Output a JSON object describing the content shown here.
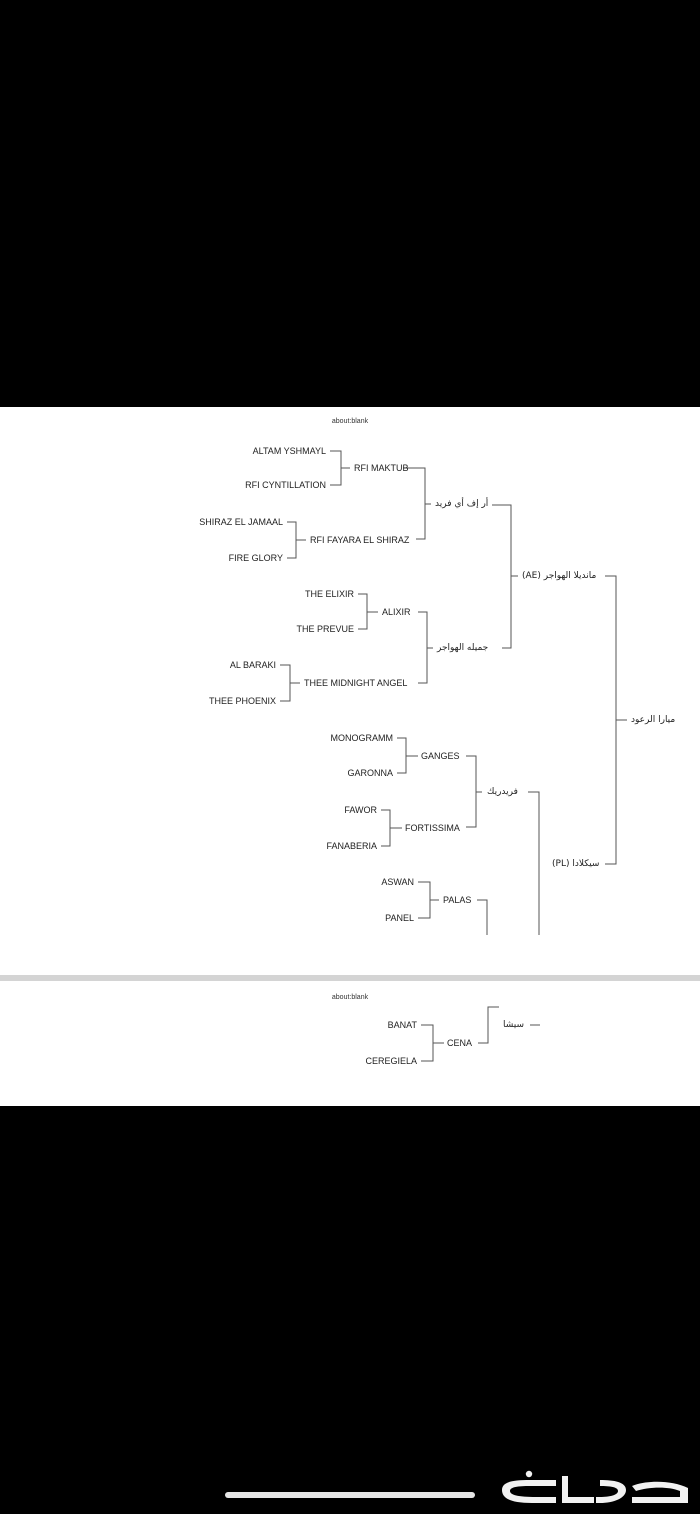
{
  "page1": {
    "header": "about:blank",
    "sire": "ميارا الرعود",
    "sire_line": {
      "sire": "مانديلا الهواجر (AE)",
      "dam": "سيكلادا (PL)"
    },
    "mandela": {
      "sire": "أر إف أي فريد",
      "dam": "جميله الهواجر"
    },
    "rfi_fareed": {
      "sire": "RFI MAKTUB",
      "dam": "RFI FAYARA EL SHIRAZ"
    },
    "rfi_maktub": {
      "sire": "ALTAM YSHMAYL",
      "dam": "RFI CYNTILLATION"
    },
    "rfi_fayara": {
      "sire": "SHIRAZ EL JAMAAL",
      "dam": "FIRE GLORY"
    },
    "jamila": {
      "sire": "ALIXIR",
      "dam": "THEE MIDNIGHT ANGEL"
    },
    "alixir": {
      "sire": "THE ELIXIR",
      "dam": "THE PREVUE"
    },
    "midnight_angel": {
      "sire": "AL BARAKI",
      "dam": "THEE PHOENIX"
    },
    "cyclada": {
      "sire": "فريدريك"
    },
    "fryderyk": {
      "sire": "GANGES",
      "dam": "FORTISSIMA"
    },
    "ganges": {
      "sire": "MONOGRAMM",
      "dam": "GARONNA"
    },
    "fortissima": {
      "sire": "FAWOR",
      "dam": "FANABERIA"
    },
    "palas": {
      "name": "PALAS",
      "sire": "ASWAN",
      "dam": "PANEL"
    }
  },
  "page2": {
    "header": "about:blank",
    "cyclada_dam": "سيشا",
    "cena": {
      "name": "CENA",
      "sire": "BANAT",
      "dam": "CEREGIELA"
    }
  },
  "watermark": "حراج",
  "colors": {
    "background": "#000000",
    "page": "#ffffff",
    "line": "#555555",
    "text": "#222222"
  }
}
